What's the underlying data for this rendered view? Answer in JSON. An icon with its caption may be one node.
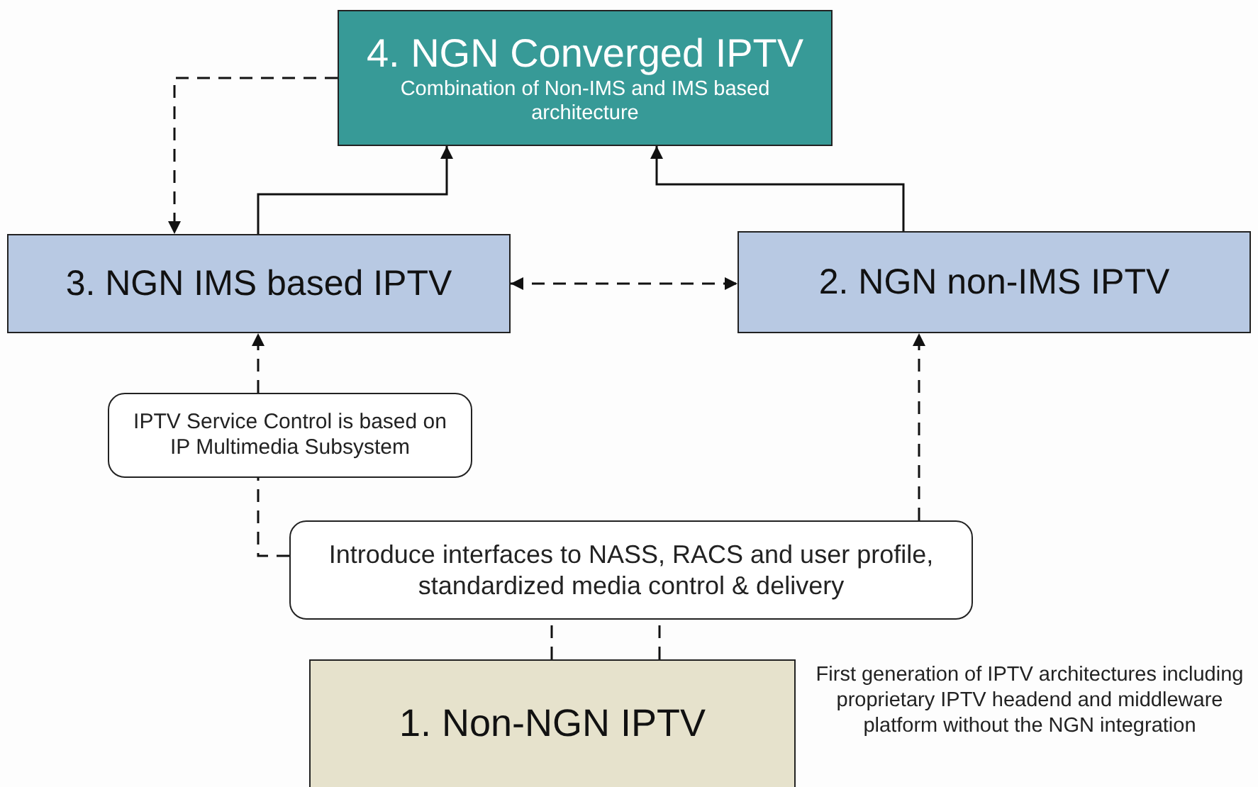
{
  "diagram": {
    "nodes": [
      {
        "text": [
          "4. NGN Converged IPTV",
          "Combination of Non-IMS and IMS based architecture"
        ]
      },
      {
        "text": [
          "3. NGN IMS based IPTV"
        ]
      },
      {
        "text": [
          "2. NGN non-IMS IPTV"
        ]
      },
      {
        "text": [
          "IPTV Service Control is based on IP Multimedia Subsystem"
        ]
      },
      {
        "text": [
          "Introduce interfaces to NASS, RACS and user profile, standardized media control & delivery"
        ]
      },
      {
        "text": [
          "1. Non-NGN IPTV"
        ],
        "beside": [
          "First generation of IPTV architectures including proprietary IPTV headend and middleware platform without the NGN integration"
        ]
      }
    ],
    "edges": [
      {
        "from": 0,
        "to": 1,
        "arrow": "to",
        "style": "dashed"
      },
      {
        "from": 1,
        "to": 0,
        "arrow": "to"
      },
      {
        "from": 2,
        "to": 0,
        "arrow": "to"
      },
      {
        "from": 1,
        "to": 2,
        "arrow": "both",
        "style": "dashed"
      },
      {
        "from": 5,
        "to": 4,
        "arrow": "none",
        "style": "dashed"
      },
      {
        "from": 5,
        "to": 4,
        "arrow": "none",
        "style": "dashed"
      },
      {
        "from": 4,
        "to": 3,
        "arrow": "none",
        "style": "dashed"
      },
      {
        "from": 3,
        "to": 1,
        "arrow": "to",
        "style": "dashed"
      },
      {
        "from": 4,
        "to": 2,
        "arrow": "to",
        "style": "dashed"
      }
    ]
  }
}
